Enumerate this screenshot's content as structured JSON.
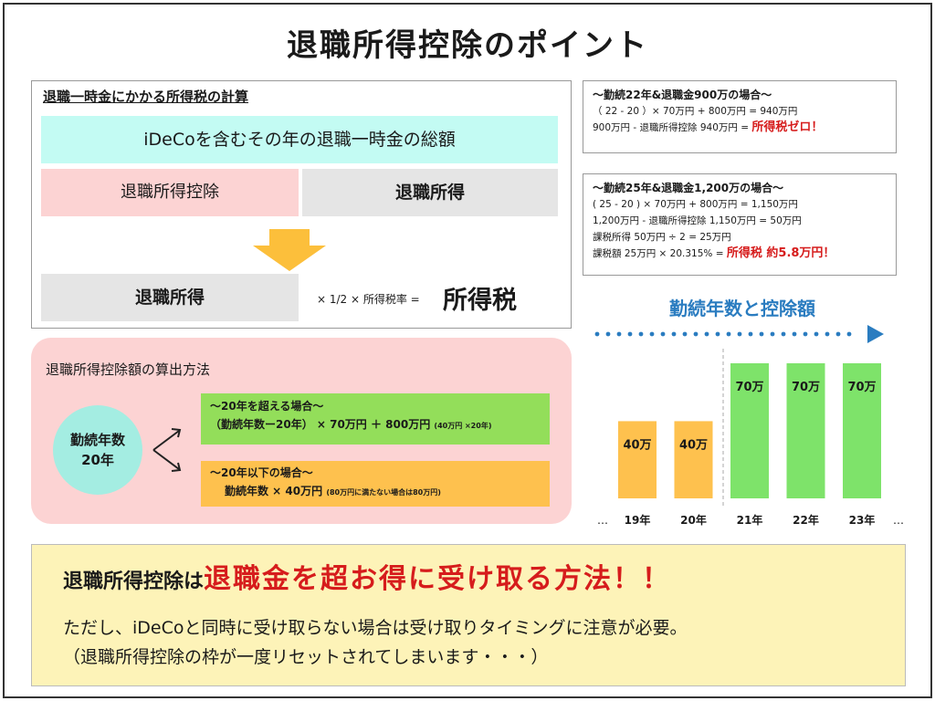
{
  "title": "退職所得控除のポイント",
  "calc": {
    "title": "退職一時金にかかる所得税の計算",
    "total": "iDeCoを含むその年の退職一時金の総額",
    "deduction": "退職所得控除",
    "income": "退職所得",
    "income_again": "退職所得",
    "formula": "× 1/2 × 所得税率 =",
    "result": "所得税"
  },
  "method": {
    "title": "退職所得控除額の算出方法",
    "years_label": "勤続年数",
    "years_value": "20年",
    "over": {
      "line1": "〜20年を超える場合〜",
      "line2": "（勤続年数ー20年） × 70万円 ＋ 800万円",
      "note": "(40万円 ×20年)"
    },
    "under": {
      "line1": "〜20年以下の場合〜",
      "line2": "勤続年数 × 40万円",
      "note": "(80万円に満たない場合は80万円)"
    }
  },
  "examples": [
    {
      "title": "〜勤続22年&退職金900万の場合〜",
      "lines": [
        "（ 22 - 20 ）× 70万円 + 800万円 = 940万円"
      ],
      "last_prefix": "900万円 - 退職所得控除 940万円 =",
      "last_result": "所得税ゼロ！"
    },
    {
      "title": "〜勤続25年&退職金1,200万の場合〜",
      "lines": [
        "( 25 - 20 ) × 70万円 + 800万円 = 1,150万円",
        "1,200万円 - 退職所得控除 1,150万円 = 50万円",
        "課税所得 50万円 ÷ 2 = 25万円"
      ],
      "last_prefix": "課税額 25万円 × 20.315% =",
      "last_result": "所得税 約5.8万円！"
    }
  ],
  "chart_data": {
    "type": "bar",
    "title": "勤続年数と控除額",
    "categories": [
      "19年",
      "20年",
      "21年",
      "22年",
      "23年"
    ],
    "values": [
      40,
      40,
      70,
      70,
      70
    ],
    "value_labels": [
      "40万",
      "40万",
      "70万",
      "70万",
      "70万"
    ],
    "colors": [
      "#fec14e",
      "#fec14e",
      "#7ee36a",
      "#7ee36a",
      "#7ee36a"
    ],
    "ellipsis": "…",
    "ylim": [
      0,
      70
    ]
  },
  "bottom": {
    "headline_black": "退職所得控除は",
    "headline_red": "退職金を超お得に受け取る方法！！",
    "note1": "ただし、iDeCoと同時に受け取らない場合は受け取りタイミングに注意が必要。",
    "note2": "（退職所得控除の枠が一度リセットされてしまいます・・・）"
  },
  "colors": {
    "accent_red": "#d61c1c",
    "accent_blue": "#2a7cc0",
    "cyan": "#c3fbf3",
    "pink": "#fcd3d3",
    "green": "#93de5a",
    "orange": "#fec14e",
    "yellow": "#fdf3b8"
  }
}
